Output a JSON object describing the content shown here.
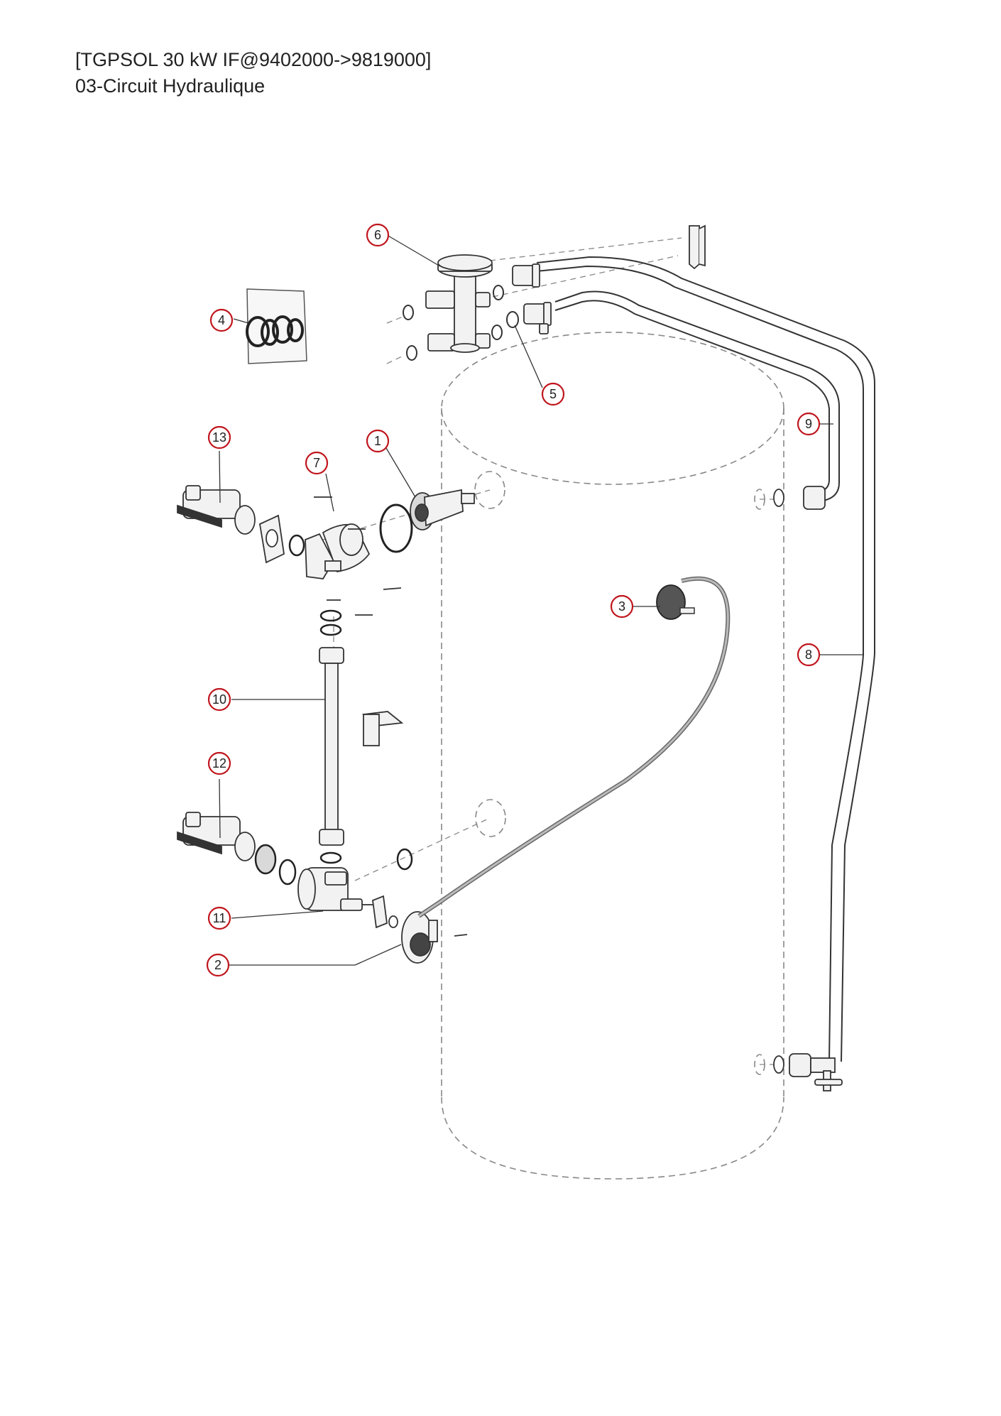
{
  "header": {
    "title": "[TGPSOL 30 kW IF@9402000->9819000]",
    "subtitle": "03-Circuit Hydraulique"
  },
  "colors": {
    "callout_ring": "#c0161d",
    "line": "#333333",
    "dashed": "#888888",
    "part_fill": "#f2f2f2",
    "dark": "#333333"
  },
  "callouts": [
    {
      "id": "1",
      "label": "1"
    },
    {
      "id": "2",
      "label": "2"
    },
    {
      "id": "3",
      "label": "3"
    },
    {
      "id": "4",
      "label": "4"
    },
    {
      "id": "5",
      "label": "5"
    },
    {
      "id": "6",
      "label": "6"
    },
    {
      "id": "7",
      "label": "7"
    },
    {
      "id": "8",
      "label": "8"
    },
    {
      "id": "9",
      "label": "9"
    },
    {
      "id": "10",
      "label": "10"
    },
    {
      "id": "11",
      "label": "11"
    },
    {
      "id": "12",
      "label": "12"
    },
    {
      "id": "13",
      "label": "13"
    }
  ]
}
